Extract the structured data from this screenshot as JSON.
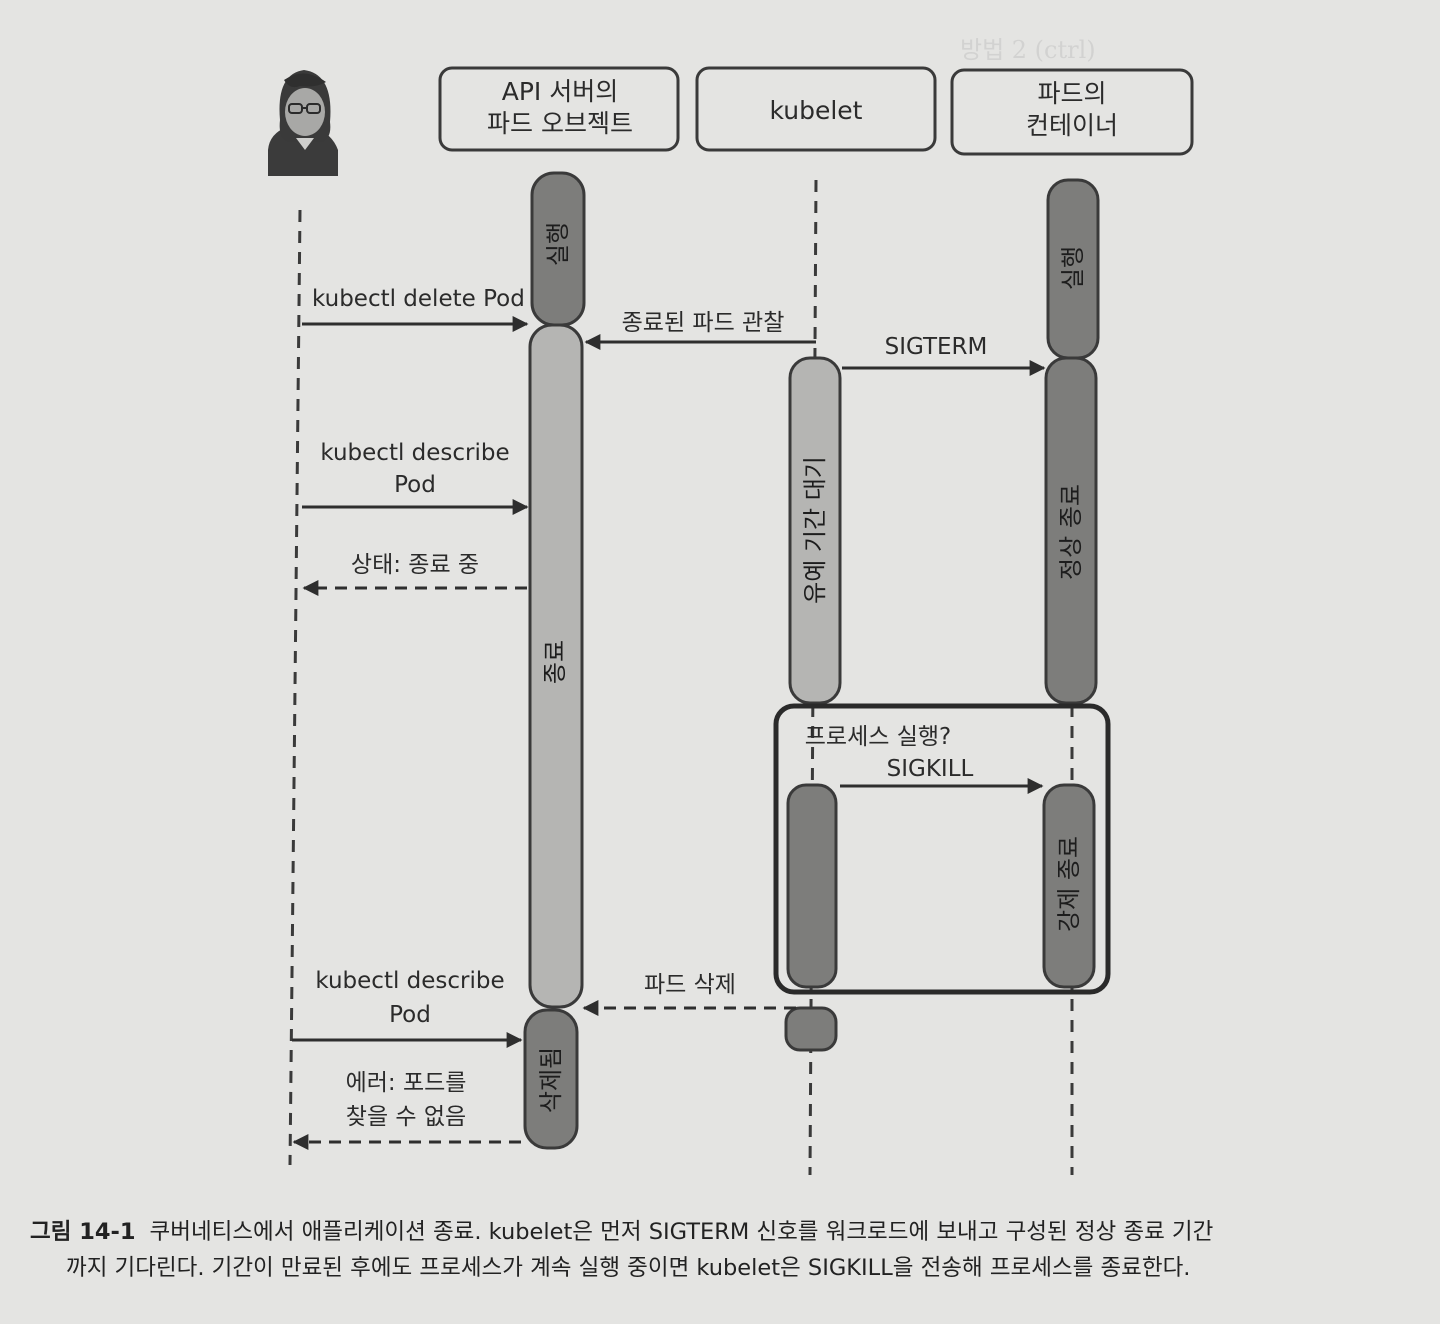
{
  "headers": {
    "api_object": [
      "API 서버의",
      "파드 오브젝트"
    ],
    "kubelet": [
      "kubelet"
    ],
    "container": [
      "파드의",
      "컨테이너"
    ]
  },
  "bars": {
    "api_running": "실행",
    "api_terminating": "종료",
    "api_deleted": "삭제됨",
    "kubelet_grace_wait": "유예 기간 대기",
    "container_running": "실행",
    "container_graceful_stop": "정상 종료",
    "container_forced_stop": "강제 종료"
  },
  "messages": {
    "delete_pod": "kubectl delete Pod",
    "observe_terminated": "종료된 파드 관찰",
    "sigterm": "SIGTERM",
    "describe_pod_1": [
      "kubectl describe",
      "Pod"
    ],
    "status_terminating": "상태: 종료 중",
    "process_running_q": "프로세스 실행?",
    "sigkill": "SIGKILL",
    "delete_pod_kubelet": "파드 삭제",
    "describe_pod_2": [
      "kubectl describe",
      "Pod"
    ],
    "error_not_found": [
      "에러: 포드를",
      "찾을 수 없음"
    ]
  },
  "caption": {
    "figure_number": "그림 14-1",
    "line1": "쿠버네티스에서 애플리케이션 종료. kubelet은 먼저 SIGTERM 신호를 워크로드에 보내고 구성된 정상 종료 기간",
    "line2": "까지 기다린다. 기간이 만료된 후에도 프로세스가 계속 실행 중이면 kubelet은 SIGKILL을 전송해 프로세스를 종료한다."
  },
  "colors": {
    "dark_bar": "#7d7d7b",
    "light_bar": "#b5b5b3",
    "outline": "#3a3a3a"
  },
  "icons": {
    "user": "user-avatar-icon"
  }
}
